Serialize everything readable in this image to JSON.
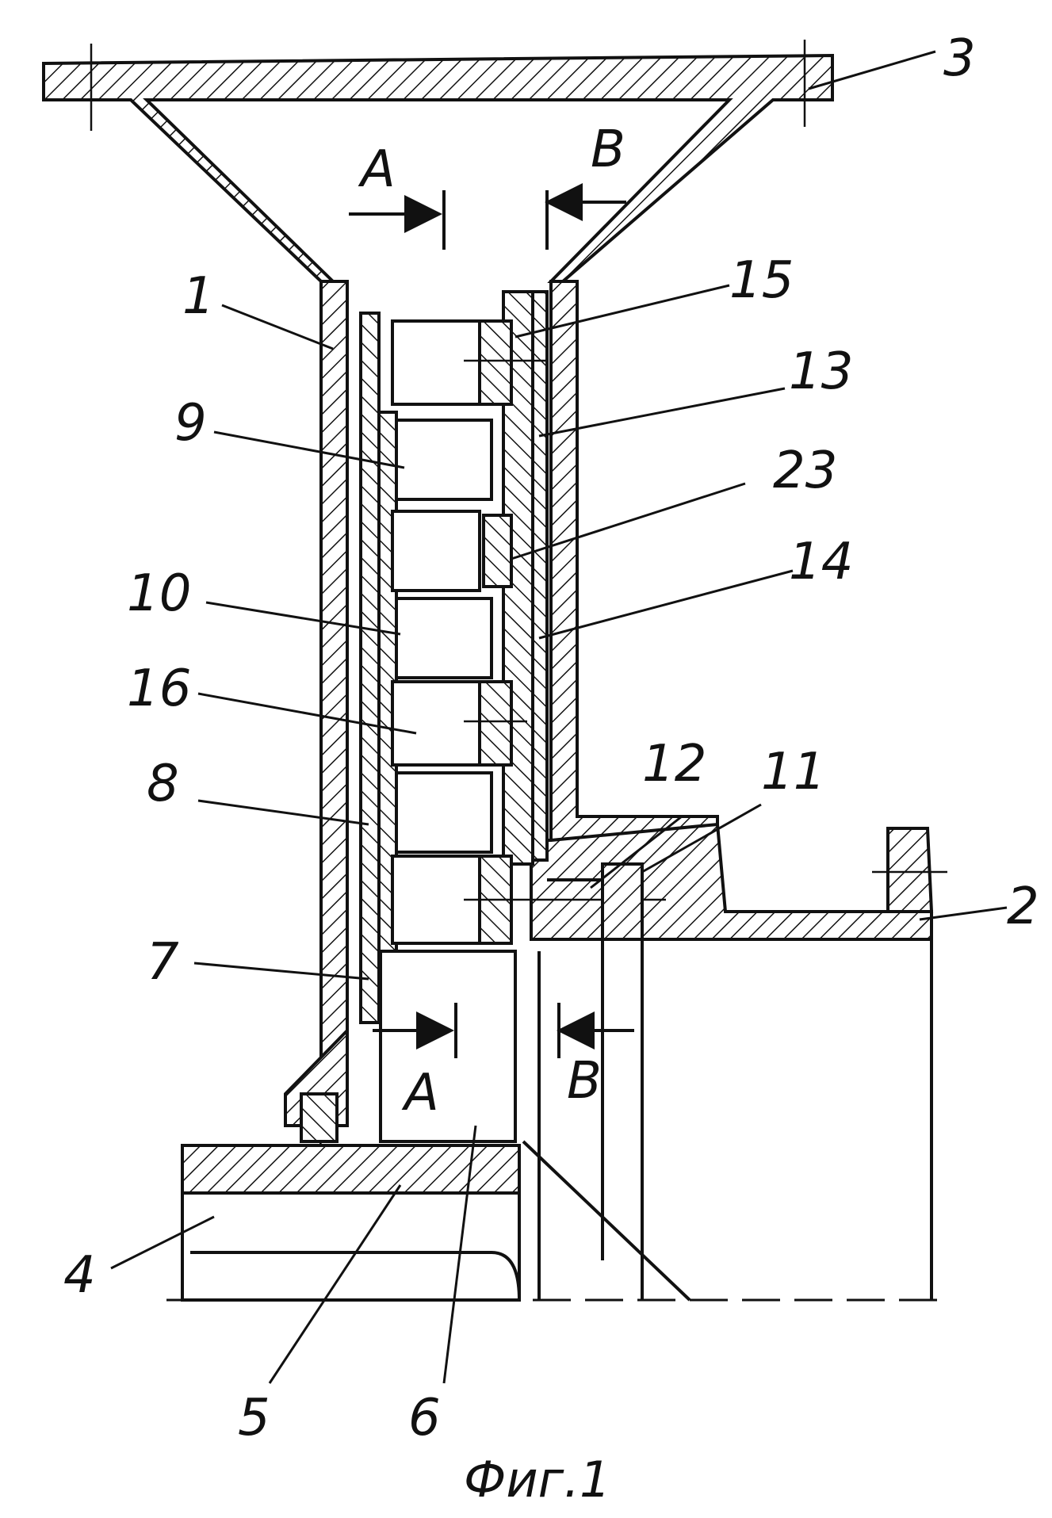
{
  "figure": {
    "caption": "Фиг.1",
    "section_marks": [
      "A",
      "B",
      "A",
      "B"
    ],
    "part_labels": [
      "1",
      "2",
      "3",
      "4",
      "5",
      "6",
      "7",
      "8",
      "9",
      "10",
      "11",
      "12",
      "13",
      "14",
      "15",
      "16",
      "23"
    ]
  }
}
